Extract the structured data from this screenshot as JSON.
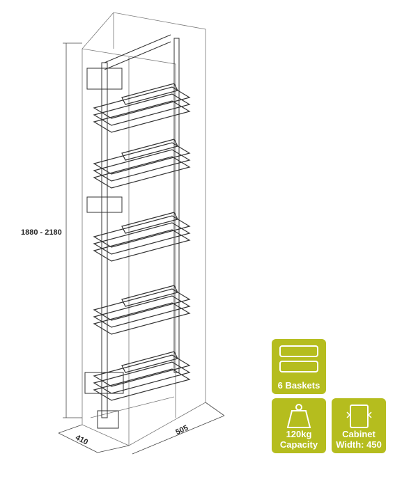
{
  "dimensions": {
    "height": "1880 - 2180",
    "depth": "410",
    "width": "505"
  },
  "badges": [
    {
      "icon": "baskets-icon",
      "label": "6 Baskets"
    },
    {
      "icon": "weight-icon",
      "line1": "120kg",
      "line2": "Capacity"
    },
    {
      "icon": "cabinet-icon",
      "line1": "Cabinet",
      "line2": "Width: 450"
    }
  ],
  "colors": {
    "badge": "#b5bd1e",
    "line": "#333333"
  }
}
